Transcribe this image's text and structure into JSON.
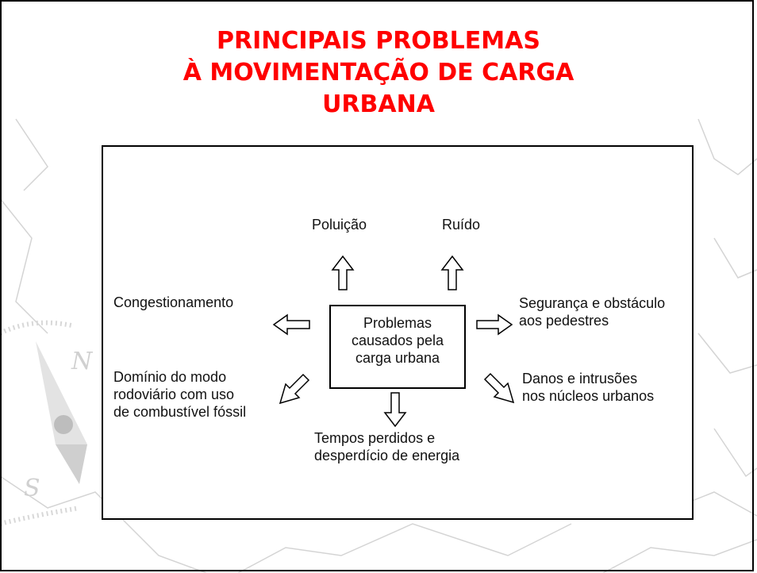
{
  "slide": {
    "title_lines": [
      "PRINCIPAIS PROBLEMAS",
      "À MOVIMENTAÇÃO DE CARGA",
      "URBANA"
    ],
    "accent_color": "#ff0000"
  },
  "diagram": {
    "center": [
      "Problemas",
      "causados pela",
      "carga urbana"
    ],
    "top_left": "Poluição",
    "top_right": "Ruído",
    "left": "Congestionamento",
    "right": [
      "Segurança e obstáculo",
      "aos pedestres"
    ],
    "bottom_left": [
      "Domínio do modo",
      "rodoviário com uso",
      "de combustível fóssil"
    ],
    "bottom_right": [
      "Danos e intrusões",
      "nos núcleos urbanos"
    ],
    "bottom": [
      "Tempos perdidos e",
      "desperdício de energia"
    ]
  },
  "decor": {
    "compass_icon": "compass-rose-icon",
    "compass_letters": [
      "N",
      "S"
    ]
  }
}
